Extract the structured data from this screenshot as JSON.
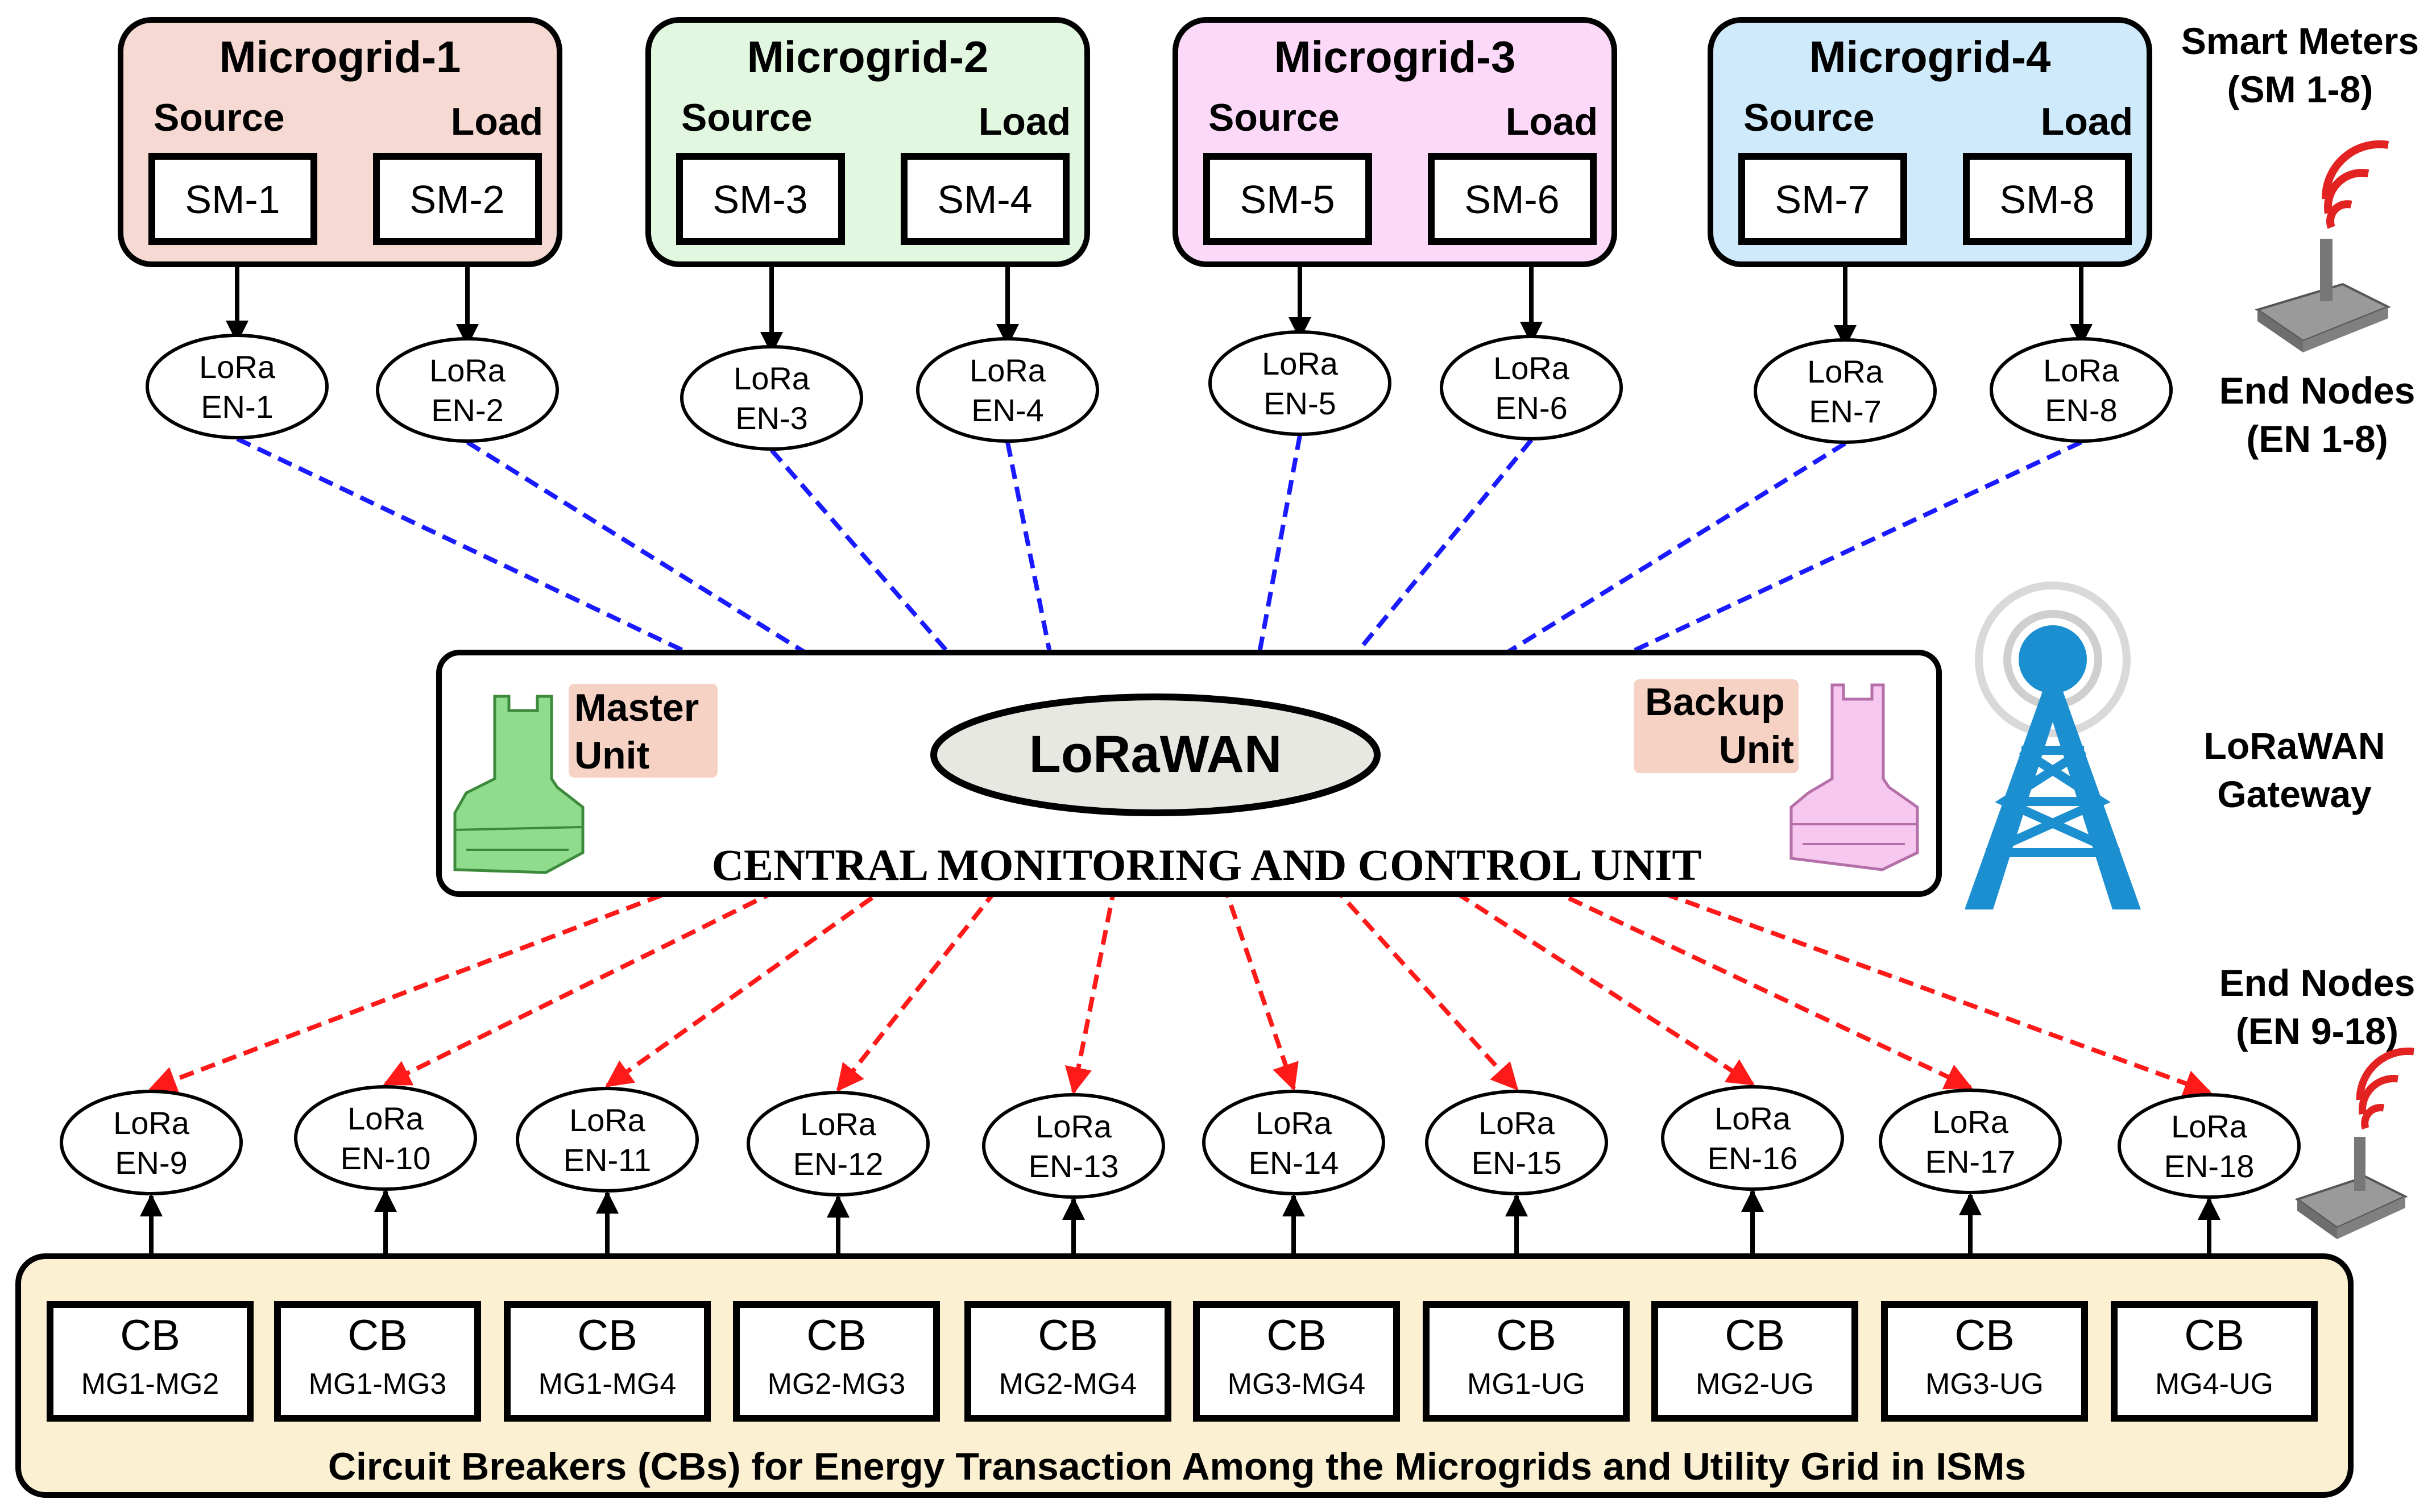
{
  "microgrids": [
    {
      "title": "Microgrid-1",
      "source_label": "Source",
      "load_label": "Load",
      "sm_source": "SM-1",
      "sm_load": "SM-2",
      "fill": "#f6d9d2"
    },
    {
      "title": "Microgrid-2",
      "source_label": "Source",
      "load_label": "Load",
      "sm_source": "SM-3",
      "sm_load": "SM-4",
      "fill": "#e2f7e0"
    },
    {
      "title": "Microgrid-3",
      "source_label": "Source",
      "load_label": "Load",
      "sm_source": "SM-5",
      "sm_load": "SM-6",
      "fill": "#fcd9f8"
    },
    {
      "title": "Microgrid-4",
      "source_label": "Source",
      "load_label": "Load",
      "sm_source": "SM-7",
      "sm_load": "SM-8",
      "fill": "#cfeafa"
    }
  ],
  "top_nodes": [
    {
      "line1": "LoRa",
      "line2": "EN-1"
    },
    {
      "line1": "LoRa",
      "line2": "EN-2"
    },
    {
      "line1": "LoRa",
      "line2": "EN-3"
    },
    {
      "line1": "LoRa",
      "line2": "EN-4"
    },
    {
      "line1": "LoRa",
      "line2": "EN-5"
    },
    {
      "line1": "LoRa",
      "line2": "EN-6"
    },
    {
      "line1": "LoRa",
      "line2": "EN-7"
    },
    {
      "line1": "LoRa",
      "line2": "EN-8"
    }
  ],
  "bottom_nodes": [
    {
      "line1": "LoRa",
      "line2": "EN-9"
    },
    {
      "line1": "LoRa",
      "line2": "EN-10"
    },
    {
      "line1": "LoRa",
      "line2": "EN-11"
    },
    {
      "line1": "LoRa",
      "line2": "EN-12"
    },
    {
      "line1": "LoRa",
      "line2": "EN-13"
    },
    {
      "line1": "LoRa",
      "line2": "EN-14"
    },
    {
      "line1": "LoRa",
      "line2": "EN-15"
    },
    {
      "line1": "LoRa",
      "line2": "EN-16"
    },
    {
      "line1": "LoRa",
      "line2": "EN-17"
    },
    {
      "line1": "LoRa",
      "line2": "EN-18"
    }
  ],
  "breakers": [
    {
      "title": "CB",
      "sub": "MG1-MG2"
    },
    {
      "title": "CB",
      "sub": "MG1-MG3"
    },
    {
      "title": "CB",
      "sub": "MG1-MG4"
    },
    {
      "title": "CB",
      "sub": "MG2-MG3"
    },
    {
      "title": "CB",
      "sub": "MG2-MG4"
    },
    {
      "title": "CB",
      "sub": "MG3-MG4"
    },
    {
      "title": "CB",
      "sub": "MG1-UG"
    },
    {
      "title": "CB",
      "sub": "MG2-UG"
    },
    {
      "title": "CB",
      "sub": "MG3-UG"
    },
    {
      "title": "CB",
      "sub": "MG4-UG"
    }
  ],
  "central": {
    "hub_label": "LoRaWAN",
    "title": "CENTRAL MONITORING AND CONTROL UNIT",
    "master_line1": "Master",
    "master_line2": "Unit",
    "backup_line1": "Backup",
    "backup_line2": "Unit"
  },
  "cb_panel_caption": "Circuit Breakers (CBs) for Energy Transaction Among the Microgrids and Utility Grid in ISMs",
  "legend": {
    "smart_meters_line1": "Smart Meters",
    "smart_meters_line2": "(SM 1-8)",
    "end_nodes_top_line1": "End Nodes",
    "end_nodes_top_line2": "(EN 1-8)",
    "gateway_line1": "LoRaWAN",
    "gateway_line2": "Gateway",
    "end_nodes_bottom_line1": "End Nodes",
    "end_nodes_bottom_line2": "(EN 9-18)"
  },
  "colors": {
    "uplink": "#1a1aff",
    "downlink": "#ff1a1a",
    "hub_fill": "#e8e8e3",
    "cb_panel_fill": "#fbf0d2",
    "master_fill": "#8fdc8c",
    "backup_fill": "#f6c7ef",
    "unit_label_fill": "#f6d2c4",
    "tower": "#1b8fd0"
  }
}
